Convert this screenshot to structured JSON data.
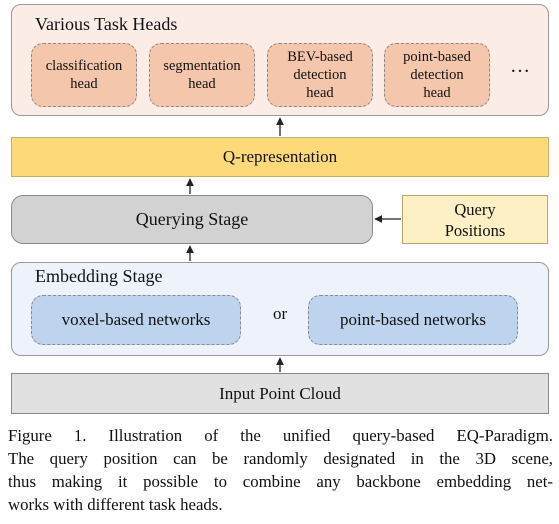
{
  "task_heads": {
    "title": "Various Task Heads",
    "heads": [
      {
        "line1": "classification",
        "line2": "head",
        "line3": ""
      },
      {
        "line1": "segmentation",
        "line2": "head",
        "line3": ""
      },
      {
        "line1": "BEV-based",
        "line2": "detection",
        "line3": "head"
      },
      {
        "line1": "point-based",
        "line2": "detection",
        "line3": "head"
      }
    ],
    "ellipsis": "…"
  },
  "q_representation": "Q-representation",
  "querying_stage": "Querying Stage",
  "query_positions": {
    "line1": "Query",
    "line2": "Positions"
  },
  "embedding_stage": {
    "title": "Embedding Stage",
    "left_network": "voxel-based networks",
    "connector": "or",
    "right_network": "point-based networks"
  },
  "input": "Input Point Cloud",
  "caption": {
    "lines": [
      "Figure 1.  Illustration of the unified query-based EQ-Paradigm.",
      "The query position can be randomly designated in the 3D scene,",
      "thus making it possible to combine any backbone embedding net-",
      "works with different task heads."
    ]
  },
  "colors": {
    "heads_panel": "#fbece6",
    "head_box": "#f4c7ad",
    "q_representation": "#fdd97a",
    "querying_stage": "#d2d2d2",
    "query_positions": "#fdf0c4",
    "embedding_panel": "#eef2fa",
    "network_box": "#bdd3ee",
    "input": "#e1e1e1"
  }
}
